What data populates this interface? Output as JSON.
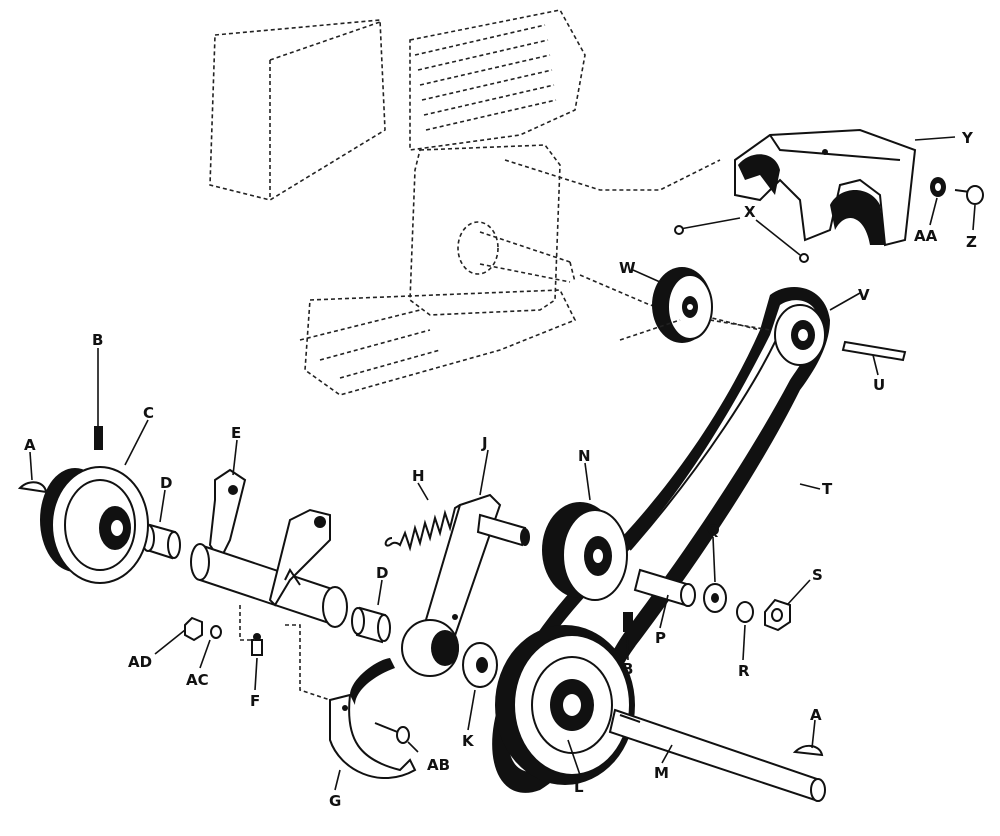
{
  "diagram": {
    "labels": {
      "A1": "A",
      "A2": "A",
      "B1": "B",
      "B2": "B",
      "C": "C",
      "D1": "D",
      "D2": "D",
      "E": "E",
      "F": "F",
      "G": "G",
      "H": "H",
      "J": "J",
      "K": "K",
      "L": "L",
      "M": "M",
      "N": "N",
      "P": "P",
      "Q": "Q",
      "R": "R",
      "S": "S",
      "T": "T",
      "U": "U",
      "V": "V",
      "W": "W",
      "X": "X",
      "Y": "Y",
      "Z": "Z",
      "AA": "AA",
      "AB": "AB",
      "AC": "AC",
      "AD": "AD"
    }
  }
}
